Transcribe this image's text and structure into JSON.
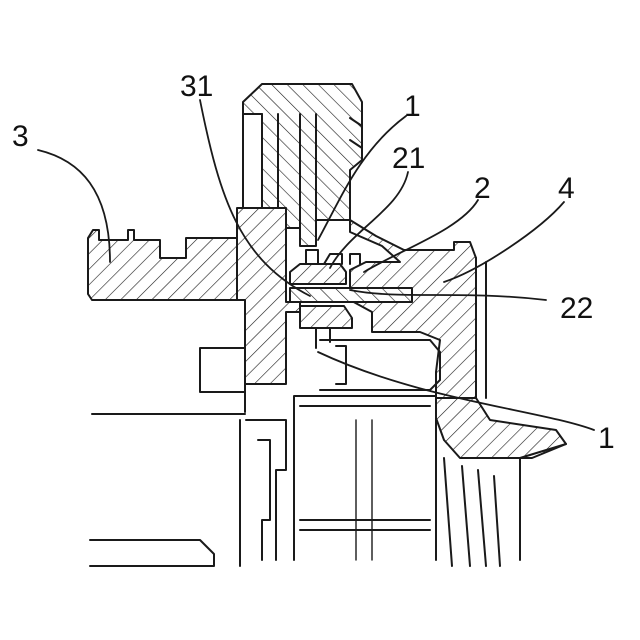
{
  "labels": {
    "part_3": "3",
    "part_31": "31",
    "part_1_top": "1",
    "part_21": "21",
    "part_2": "2",
    "part_4": "4",
    "part_22": "22",
    "part_1_bottom": "1"
  },
  "colors": {
    "line": "#1a1a1a",
    "background": "#ffffff"
  }
}
